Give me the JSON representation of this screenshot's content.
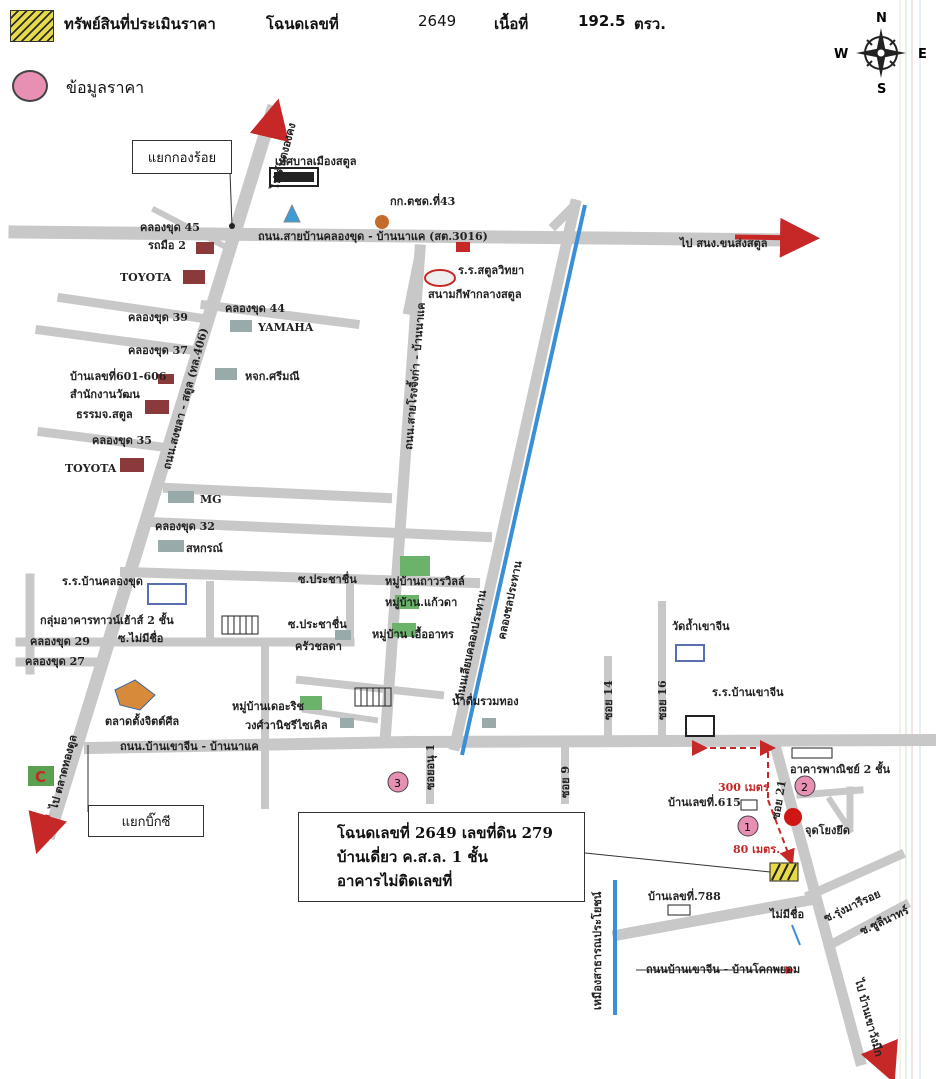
{
  "legend": {
    "property_label": "ทรัพย์สินที่ประเมินราคา",
    "deed_label": "โฉนดเลขที่",
    "deed_number": "2649",
    "area_label": "เนื้อที่",
    "area_value": "192.5",
    "area_unit": "ตรว.",
    "price_label": "ข้อมูลราคา"
  },
  "compass": {
    "n": "N",
    "s": "S",
    "e": "E",
    "w": "W"
  },
  "callouts": {
    "khlong_roi_junction": "แยกกองร้อย",
    "big_c_junction": "แยกบิ๊กซี"
  },
  "info_box": {
    "line1": "โฉนดเลขที่ 2649 เลขที่ดิน 279",
    "line2": "บ้านเดี่ยว ค.ส.ล. 1 ชั้น",
    "line3": "อาคารไม่ติดเลขที่"
  },
  "roads": {
    "khlong_khut_main": "ถนน.สายบ้านคลองขุด - บ้านนาแค (สต.3016)",
    "to_sanong": "ไป สนง.ขนส่งสตูล",
    "to_ton_tong": "ไป ต้นตงองคง",
    "songkhla_satun": "ถนน.สงขลา - สตูล (ทล.406)",
    "khlong_khut_45": "คลองขุด 45",
    "khlong_khut_44": "คลองขุด 44",
    "khlong_khut_39": "คลองขุด 39",
    "khlong_khut_37": "คลองขุด 37",
    "khlong_khut_35": "คลองขุด 35",
    "khlong_khut_32": "คลองขุด 32",
    "khlong_khut_29": "คลองขุด 29",
    "khlong_khut_27": "คลองขุด 27",
    "rongyung_road": "ถนน.สายโรงจิ้งก่า - บ้านนาแค",
    "canal_road": "ถนนเลียบคลองประทาน",
    "canal": "คลองชลประทาน",
    "soi_pracha_chuen": "ซ.ประชาชื่น",
    "soi_pracha_chuen_2": "ซ.ประชาชื่น",
    "soi_mai_mi_chue": "ซ.ไม่มีชื่อ",
    "khao_chin_road": "ถนน.บ้านเขาจีน - บ้านนาแค",
    "to_talad": "ไป ตลาดทองตูล",
    "soi_14": "ซอย 14",
    "soi_16": "ซอย 16",
    "soi_21": "ซอย 21",
    "soi_9": "ซอย 9",
    "soi_anu": "ซอยอนุ 1",
    "mai_mi_chue": "ไม่มีชื่อ",
    "soi_nuea": "ซ.รุ่งมารีรอย",
    "soi_kaew": "ซ.ซูลีนาทร์",
    "to_ban_khao": "ไป บ้านเขาวังมีก",
    "canal_road_south": "เหมืองสาธารณประโยชน์",
    "khao_chin_khok": "ถนนบ้านเขาจีน - บ้านโคกพยอม"
  },
  "places": {
    "municipality": "เทศบาลเมืองสตูล",
    "kk_tor_chor": "กก.ตชด.ที่43",
    "satun_wittaya": "ร.ร.สตูลวิทยา",
    "stadium": "สนามกีฬากลางสตูล",
    "motorcycle": "รถมือ 2",
    "toyota_1": "TOYOTA",
    "yamaha": "YAMAHA",
    "sri_mee": "หจก.ศรีมณี",
    "house_601": "บ้านเลขที่601-606",
    "cultural_office": "สำนักงานวัฒน",
    "dhamma": "ธรรมจ.สตูล",
    "toyota_2": "TOYOTA",
    "mg": "MG",
    "coop": "สหกรณ์",
    "school_khlong_khut": "ร.ร.บ้านคลองขุด",
    "townhouse": "กลุ่มอาคารทาวน์เฮ้าส์ 2 ชั้น",
    "village_thavorn": "หมู่บ้านถาวรวิลล์",
    "village_kaew": "หมู่บ้าน.แก้วดา",
    "village_ua": "หมู่บ้าน เอื้ออาทร",
    "kitchen": "ครัวชลดา",
    "market": "ตลาดตั้งจิตต์ศีล",
    "village_ris": "หมู่บ้านเดอะริช",
    "wong_wanit": "วงศ์วานิชรีไซเคิล",
    "water": "น้ำดื่มรวมทอง",
    "wat": "วัดถ้ำเขาจีน",
    "school_khao_chin": "ร.ร.บ้านเขาจีน",
    "commercial": "อาคารพาณิชย์ 2 ชั้น",
    "house_615": "บ้านเลขที่.615",
    "reference": "จุดโยงยึด",
    "house_788": "บ้านเลขที่.788"
  },
  "distances": {
    "d300": "300 เมตร",
    "d80": "80 เมตร."
  },
  "markers": {
    "m1": "1",
    "m2": "2",
    "m3": "3",
    "bigc": "C"
  },
  "colors": {
    "road": "#c8c8c8",
    "canal": "#3a8fd6",
    "arrow": "#c62828",
    "pink": "#e88fb4",
    "property": "#e6d94a"
  }
}
